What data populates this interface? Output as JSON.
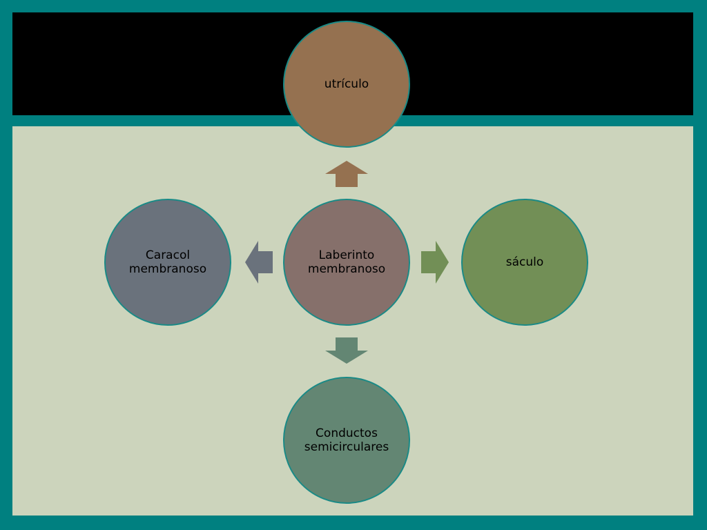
{
  "diagram": {
    "center": {
      "label": "Laberinto membranoso",
      "color": "#86706b"
    },
    "top": {
      "label": "utrículo",
      "color": "#957150"
    },
    "right": {
      "label": "sáculo",
      "color": "#728f56"
    },
    "bottom": {
      "label": "Conductos semicirculares",
      "color": "#638673"
    },
    "left": {
      "label": "Caracol membranoso",
      "color": "#6a727c"
    },
    "arrows": {
      "up": "#957150",
      "right": "#728f56",
      "down": "#638673",
      "left": "#6a727c"
    }
  },
  "theme": {
    "frame": "#008080",
    "header_band": "#000000",
    "content_bg": "#ccd4bc",
    "node_border": "#1a8a86"
  }
}
